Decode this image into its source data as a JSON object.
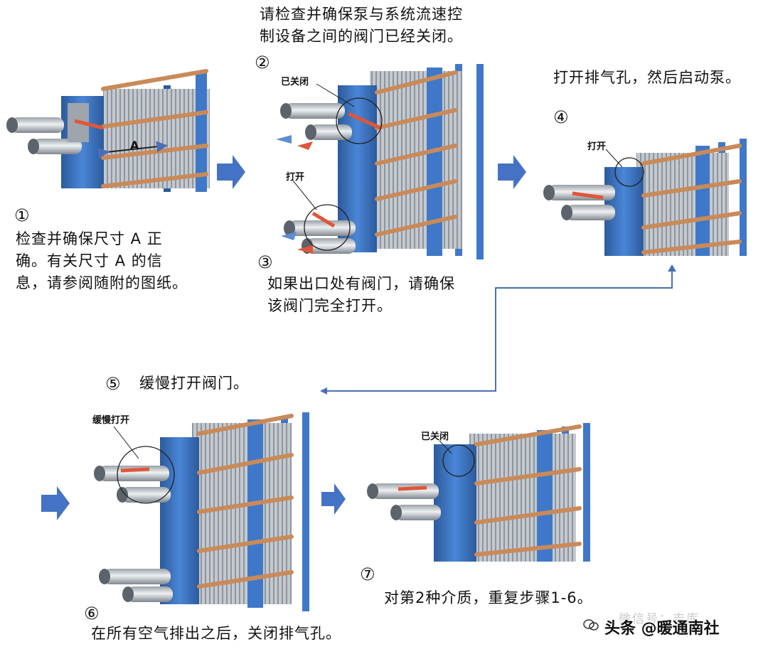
{
  "steps": {
    "s1": {
      "num": "①",
      "lines": [
        "检查并确保尺寸 A 正",
        "确。有关尺寸 A 的信",
        "息，请参阅随附的图纸。"
      ],
      "dim_label": "A"
    },
    "s2": {
      "num": "②",
      "lines": [
        "请检查并确保泵与系统流速控",
        "制设备之间的阀门已经关闭。"
      ],
      "callout": "已关闭"
    },
    "s3": {
      "num": "③",
      "lines": [
        "如果出口处有阀门，请确保",
        "该阀门完全打开。"
      ],
      "callout": "打开"
    },
    "s4": {
      "num": "④",
      "lines": [
        "打开排气孔，然后启动泵。"
      ],
      "callout": "打开"
    },
    "s5": {
      "num": "⑤",
      "lines": [
        "缓慢打开阀门。"
      ],
      "callout": "缓慢打开"
    },
    "s6": {
      "num": "⑥",
      "lines": [
        "在所有空气排出之后，关闭排气孔。"
      ]
    },
    "s7": {
      "num": "⑦",
      "lines": [
        "对第2种介质，重复步骤1-6。"
      ],
      "callout": "已关闭"
    }
  },
  "watermark": {
    "faint": "微信号：吉库",
    "main": "头条 @暖通南社"
  },
  "colors": {
    "frame_blue": "#3f78c8",
    "frame_dark": "#2c5a9c",
    "plate_gray": "#b9bec4",
    "pipe_gray": "#c8ccd1",
    "copper": "#c98a59",
    "valve_red": "#e05638",
    "flow_blue": "#5b8ed3",
    "arrow_blue": "#4472c4",
    "connector_blue": "#4a6fb5"
  }
}
